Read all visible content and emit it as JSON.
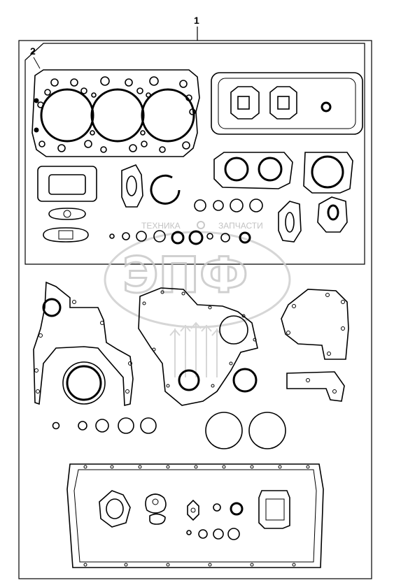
{
  "callouts": {
    "kit": "1",
    "head_set": "2"
  },
  "watermark": {
    "brand_left": "ТЕХНИКА",
    "brand_right": "ЗАПЧАСТИ",
    "logo": "ЭПФ"
  }
}
